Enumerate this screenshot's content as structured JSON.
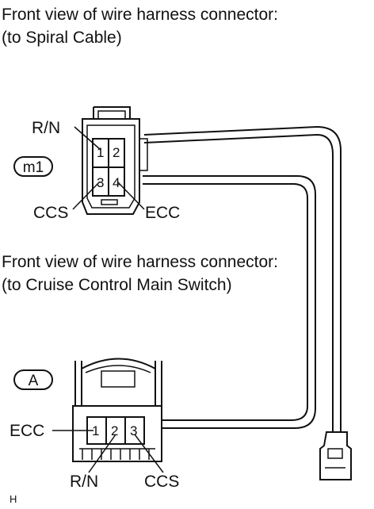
{
  "upper_connector": {
    "caption_line1": "Front view of wire harness connector:",
    "caption_line2": "(to Spiral Cable)",
    "code": "m1",
    "pins": [
      "1",
      "2",
      "3",
      "4"
    ],
    "labels": {
      "pin1": "R/N",
      "pin3": "CCS",
      "pin4": "ECC"
    }
  },
  "lower_connector": {
    "caption_line1": "Front view of wire harness connector:",
    "caption_line2": "(to Cruise Control Main Switch)",
    "code": "A",
    "pins": [
      "1",
      "2",
      "3"
    ],
    "labels": {
      "pin1": "ECC",
      "pin2": "R/N",
      "pin3": "CCS"
    }
  },
  "footer_mark": "H"
}
